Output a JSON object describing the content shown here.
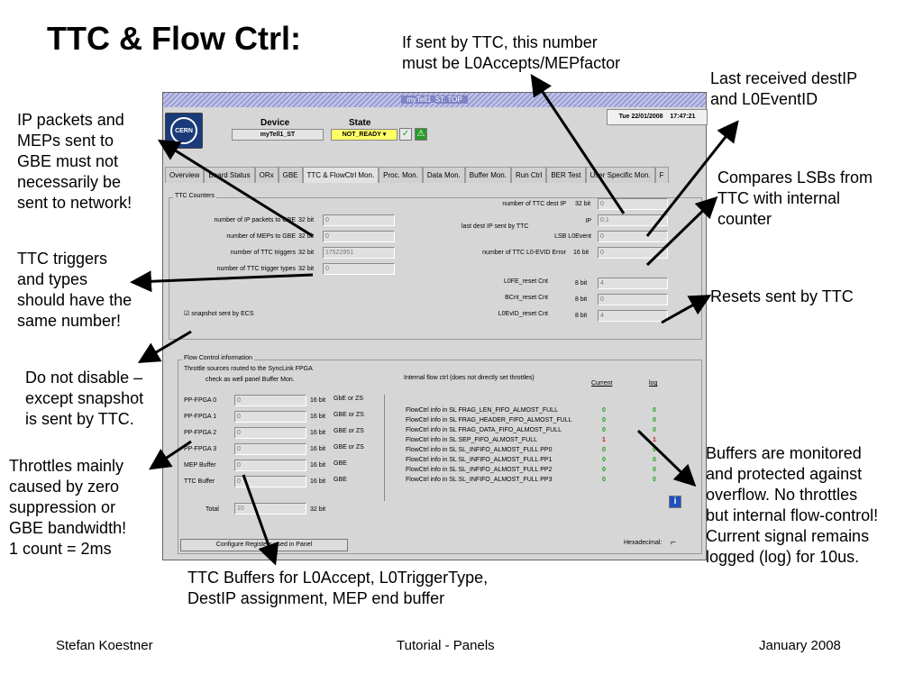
{
  "slide": {
    "title": "TTC & Flow Ctrl:",
    "notes": {
      "ip_packets": "IP packets and\nMEPs sent to\nGBE must not\nnecessarily be\nsent to network!",
      "ttc_triggers": "TTC triggers\nand types\nshould have the\nsame number!",
      "disable": "Do not disable –\nexcept snapshot\nis sent by TTC.",
      "throttles": "Throttles mainly\ncaused by zero\nsuppression or\nGBE bandwidth!\n1 count = 2ms",
      "sent_by_ttc": "If sent by TTC, this number\nmust be L0Accepts/MEPfactor",
      "last_received": "Last received destIP\nand L0EventID",
      "compares": "Compares LSBs from\nTTC with internal\ncounter",
      "resets": "Resets sent by TTC",
      "buffers": "Buffers are monitored\nand protected against\noverflow. No throttles\nbut internal flow-control!\nCurrent signal remains\nlogged (log) for 10us.",
      "ttc_buffers": "TTC Buffers for L0Accept, L0TriggerType,\nDestIP assignment, MEP end buffer"
    },
    "footer": {
      "left": "Stefan Koestner",
      "center": "Tutorial - Panels",
      "right": "January 2008"
    }
  },
  "window": {
    "title": "myTell1_ST: TOP",
    "logo": "CERN",
    "device_label": "Device",
    "state_label": "State",
    "device_value": "myTell1_ST",
    "state_value": "NOT_READY",
    "date": "Tue 22/01/2008",
    "time": "17:47:21",
    "tabs": [
      "Overview",
      "Board Status",
      "ORx",
      "GBE",
      "TTC & FlowCtrl Mon.",
      "Proc. Mon.",
      "Data Mon.",
      "Buffer Mon.",
      "Run Ctrl",
      "BER Test",
      "User Specific Mon.",
      "F"
    ]
  },
  "ttc_counters": {
    "title": "TTC Counters",
    "left_rows": [
      {
        "label": "number of IP packets to GBE",
        "bits": "32 bit",
        "value": "0"
      },
      {
        "label": "number of MEPs to GBE",
        "bits": "32 bit",
        "value": "0"
      },
      {
        "label": "number of TTC triggers",
        "bits": "32 bit",
        "value": "17522951"
      },
      {
        "label": "number of TTC trigger types",
        "bits": "32 bit",
        "value": "0"
      }
    ],
    "dest_ip_label": "number of TTC dest IP",
    "dest_ip_bits": "32 bit",
    "dest_ip_value": "0",
    "last_dest_label": "last dest IP sent by TTC",
    "ip_label": "IP",
    "ip_value": "0.1",
    "lsb_label": "LSB L0Event",
    "lsb_value": "0",
    "evid_label": "number of TTC L0-EVID Error",
    "evid_bits": "16 bit",
    "evid_value": "0",
    "reset_rows": [
      {
        "label": "L0FE_reset Cnt",
        "bits": "8 bit",
        "value": "4"
      },
      {
        "label": "BCnt_reset Cnt",
        "bits": "8 bit",
        "value": "0"
      },
      {
        "label": "L0EvID_reset Cnt",
        "bits": "8 bit",
        "value": "4"
      }
    ],
    "snapshot_label": "snapshot sent by ECS"
  },
  "flow_control": {
    "title": "Flow Control information",
    "subtitle1": "Throttle sources routed to the SyncLink FPGA",
    "subtitle2": "check as well panel Buffer Mon.",
    "rows": [
      {
        "label": "PP-FPGA 0",
        "value": "0",
        "bits": "16 bit",
        "src": "GbE or ZS"
      },
      {
        "label": "PP-FPGA 1",
        "value": "0",
        "bits": "16 bit",
        "src": "GBE or ZS"
      },
      {
        "label": "PP-FPGA 2",
        "value": "0",
        "bits": "16 bit",
        "src": "GBE or ZS"
      },
      {
        "label": "PP-FPGA 3",
        "value": "0",
        "bits": "16 bit",
        "src": "GBE or ZS"
      },
      {
        "label": "MEP Buffer",
        "value": "0",
        "bits": "16 bit",
        "src": "GBE"
      },
      {
        "label": "TTC Buffer",
        "value": "0",
        "bits": "16 bit",
        "src": "GBE"
      }
    ],
    "total_label": "Total",
    "total_value": "10",
    "total_bits": "32 bit",
    "internal_title": "Internal flow ctrl (does not directly set throttles)",
    "current_header": "Current",
    "log_header": "log",
    "internal_rows": [
      {
        "label": "FlowCtrl info in SL  FRAG_LEN_FIFO_ALMOST_FULL",
        "current": "0",
        "log": "0"
      },
      {
        "label": "FlowCtrl info in SL  FRAG_HEADER_FIFO_ALMOST_FULL",
        "current": "0",
        "log": "0"
      },
      {
        "label": "FlowCtrl info in SL  FRAG_DATA_FIFO_ALMOST_FULL",
        "current": "0",
        "log": "0"
      },
      {
        "label": "FlowCtrl info in SL  SEP_FIFO_ALMOST_FULL",
        "current": "1",
        "log": "1"
      },
      {
        "label": "FlowCtrl info in SL  SL_INFIFO_ALMOST_FULL PP0",
        "current": "0",
        "log": "0"
      },
      {
        "label": "FlowCtrl info in SL  SL_INFIFO_ALMOST_FULL PP1",
        "current": "0",
        "log": "0"
      },
      {
        "label": "FlowCtrl info in SL  SL_INFIFO_ALMOST_FULL PP2",
        "current": "0",
        "log": "0"
      },
      {
        "label": "FlowCtrl info in SL  SL_INFIFO_ALMOST_FULL PP3",
        "current": "0",
        "log": "0"
      }
    ],
    "configure_button": "Configure Registers used in Panel",
    "hexadecimal_label": "Hexadecimal:"
  },
  "colors": {
    "ok": "#1aa31a",
    "bad": "#d01010",
    "state": "#ffff66",
    "arrow": "#000000"
  }
}
